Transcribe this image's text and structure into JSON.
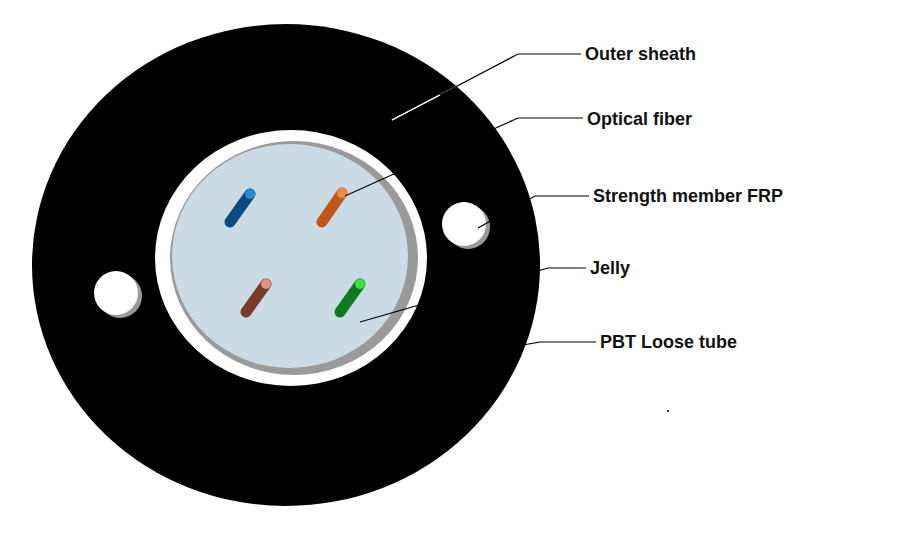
{
  "diagram": {
    "labels": [
      "Outer sheath",
      "Optical fiber",
      "Strength member FRP",
      "Jelly",
      "PBT Loose tube"
    ]
  }
}
